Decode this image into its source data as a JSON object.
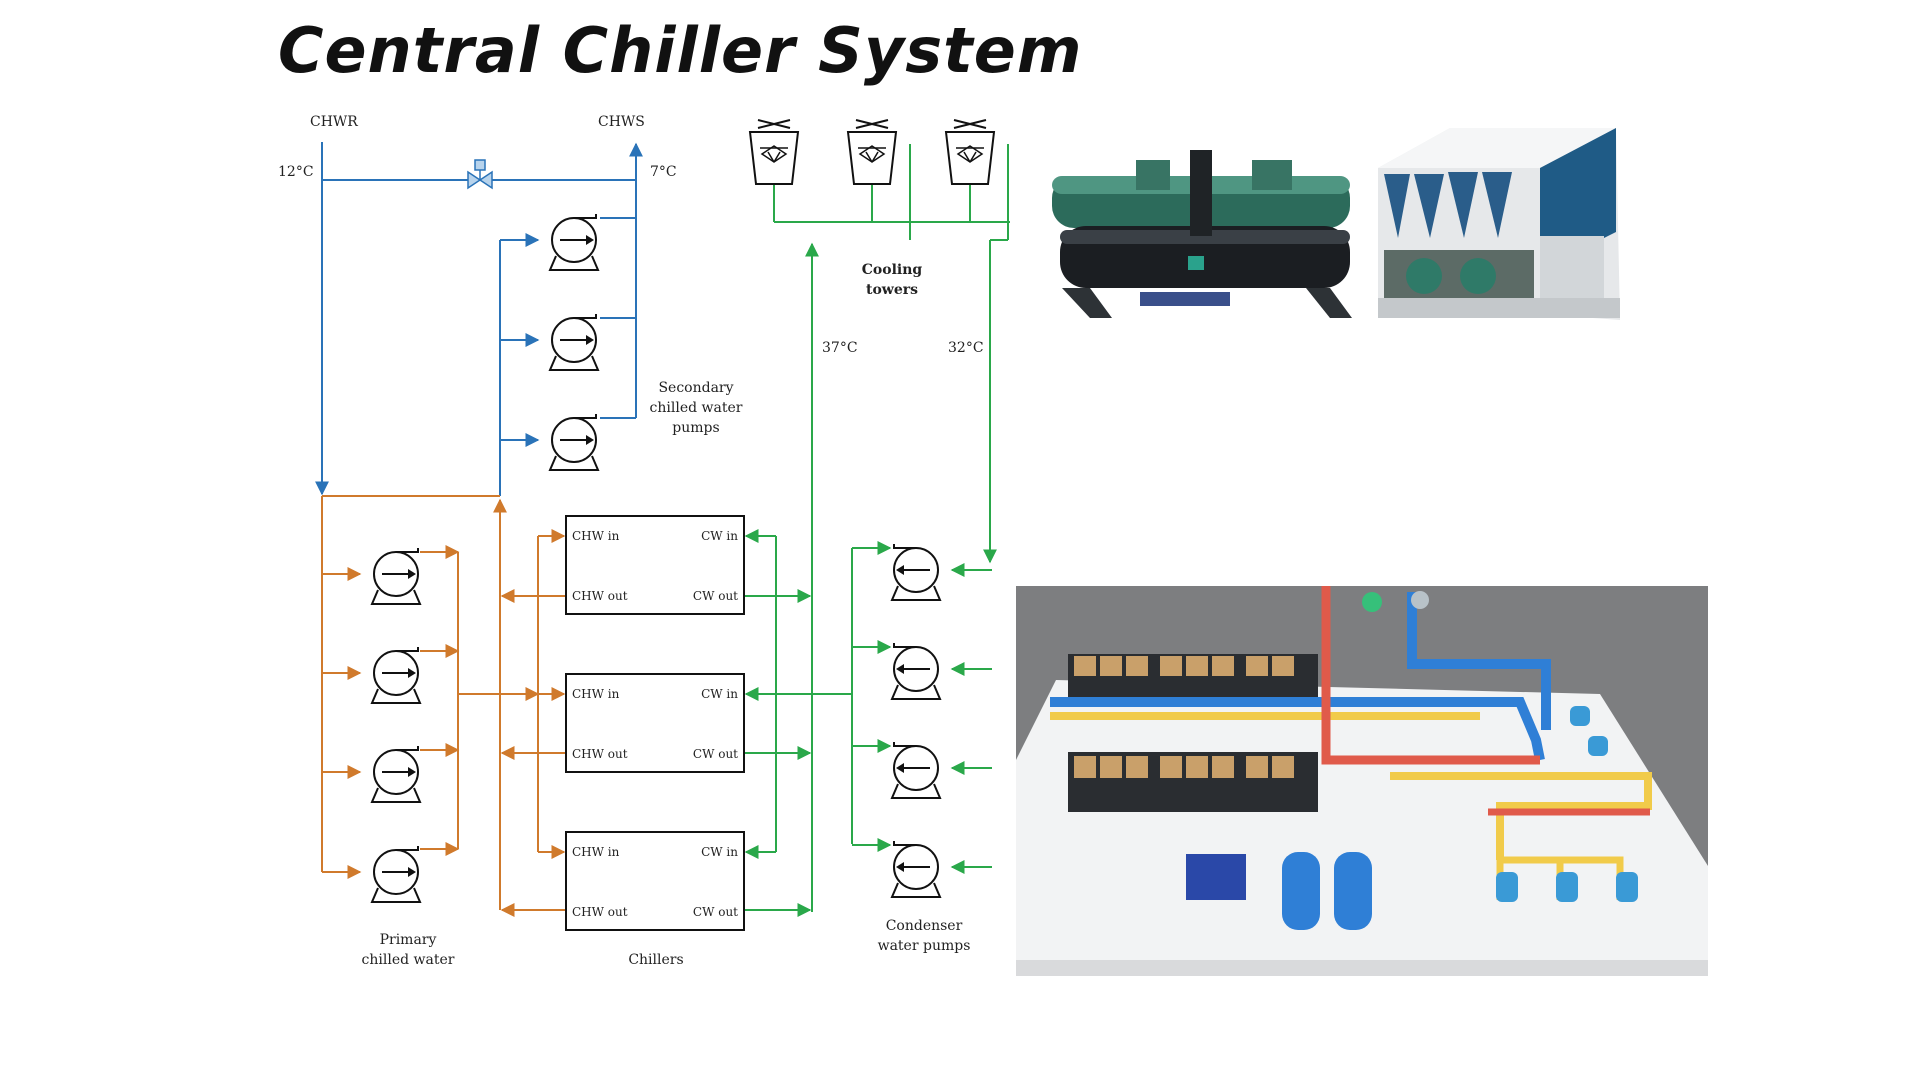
{
  "title": "Central Chiller System",
  "labels": {
    "chwr": "CHWR",
    "chws": "CHWS",
    "temp_return": "12°C",
    "temp_supply": "7°C",
    "temp_cw_hot": "37°C",
    "temp_cw_cold": "32°C",
    "cooling_towers": [
      "Cooling",
      "towers"
    ],
    "secondary_pumps": [
      "Secondary",
      "chilled water",
      "pumps"
    ],
    "primary_pumps": [
      "Primary",
      "chilled water"
    ],
    "chillers": "Chillers",
    "condenser_pumps": [
      "Condenser",
      "water pumps"
    ],
    "chw_in": "CHW in",
    "chw_out": "CHW out",
    "cw_in": "CW in",
    "cw_out": "CW out"
  },
  "colors": {
    "chilled_water": "#2a73b8",
    "primary_loop": "#d07a2c",
    "condenser_water": "#2aa84a"
  },
  "images": {
    "water_cooled_chiller": "water-cooled screw chiller photo",
    "air_cooled_chiller": "air-cooled chiller photo",
    "plant_3d_model": "3D chiller plant model"
  }
}
